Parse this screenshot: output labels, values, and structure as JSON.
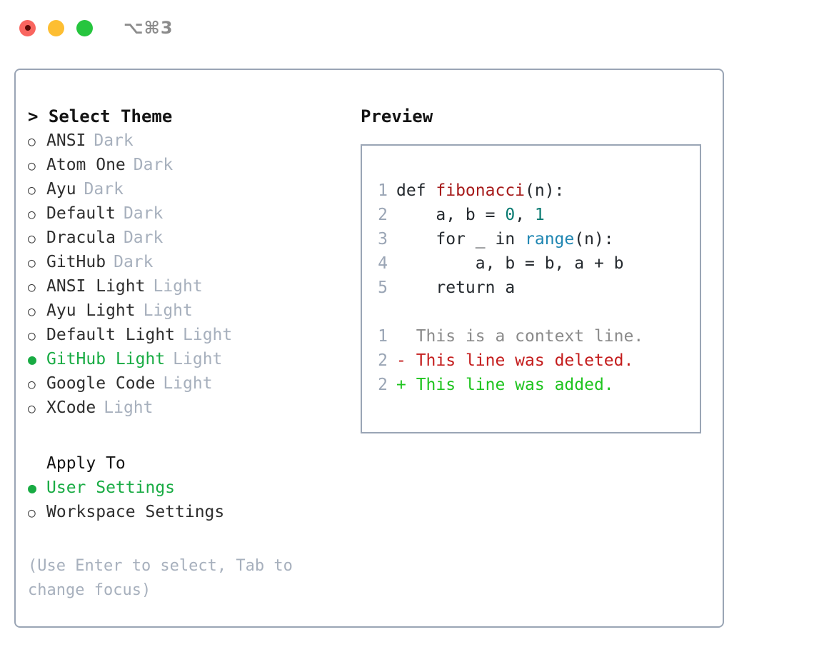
{
  "titlebar": {
    "buttons": [
      {
        "name": "close",
        "color": "#f9655f"
      },
      {
        "name": "minimize",
        "color": "#fdbe32"
      },
      {
        "name": "zoom",
        "color": "#26c53e"
      }
    ],
    "shortcut": "⌥⌘3"
  },
  "theme_section": {
    "header": "> Select Theme",
    "items": [
      {
        "bullet": "○",
        "label": "ANSI",
        "tag": "Dark",
        "selected": false
      },
      {
        "bullet": "○",
        "label": "Atom One",
        "tag": "Dark",
        "selected": false
      },
      {
        "bullet": "○",
        "label": "Ayu",
        "tag": "Dark",
        "selected": false
      },
      {
        "bullet": "○",
        "label": "Default",
        "tag": "Dark",
        "selected": false
      },
      {
        "bullet": "○",
        "label": "Dracula",
        "tag": "Dark",
        "selected": false
      },
      {
        "bullet": "○",
        "label": "GitHub",
        "tag": "Dark",
        "selected": false
      },
      {
        "bullet": "○",
        "label": "ANSI Light",
        "tag": "Light",
        "selected": false
      },
      {
        "bullet": "○",
        "label": "Ayu Light",
        "tag": "Light",
        "selected": false
      },
      {
        "bullet": "○",
        "label": "Default Light",
        "tag": "Light",
        "selected": false
      },
      {
        "bullet": "●",
        "label": "GitHub Light",
        "tag": "Light",
        "selected": true
      },
      {
        "bullet": "○",
        "label": "Google Code",
        "tag": "Light",
        "selected": false
      },
      {
        "bullet": "○",
        "label": "XCode",
        "tag": "Light",
        "selected": false
      }
    ]
  },
  "apply_section": {
    "header": "Apply To",
    "items": [
      {
        "bullet": "●",
        "label": "User Settings",
        "selected": true
      },
      {
        "bullet": "○",
        "label": "Workspace Settings",
        "selected": false
      }
    ]
  },
  "hint": "(Use Enter to select, Tab to change focus)",
  "preview": {
    "title": "Preview",
    "code_lines": [
      {
        "num": "1",
        "tokens": [
          {
            "t": "def ",
            "c": "plain"
          },
          {
            "t": "fibonacci",
            "c": "fn"
          },
          {
            "t": "(n):",
            "c": "plain"
          }
        ]
      },
      {
        "num": "2",
        "tokens": [
          {
            "t": "    a, b = ",
            "c": "plain"
          },
          {
            "t": "0",
            "c": "num"
          },
          {
            "t": ", ",
            "c": "plain"
          },
          {
            "t": "1",
            "c": "num"
          }
        ]
      },
      {
        "num": "3",
        "tokens": [
          {
            "t": "    for _ in ",
            "c": "plain"
          },
          {
            "t": "range",
            "c": "call"
          },
          {
            "t": "(n):",
            "c": "plain"
          }
        ]
      },
      {
        "num": "4",
        "tokens": [
          {
            "t": "        a, b = b, a + b",
            "c": "plain"
          }
        ]
      },
      {
        "num": "5",
        "tokens": [
          {
            "t": "    return a",
            "c": "plain"
          }
        ]
      }
    ],
    "diff_lines": [
      {
        "num": "1",
        "marker": "  ",
        "text": "This is a context line.",
        "kind": "ctx"
      },
      {
        "num": "2",
        "marker": "- ",
        "text": "This line was deleted.",
        "kind": "del"
      },
      {
        "num": "2",
        "marker": "+ ",
        "text": "This line was added.",
        "kind": "add"
      }
    ]
  },
  "colors": {
    "accent_green": "#18ab43",
    "muted": "#a7b0bd",
    "border": "#9aa5b5",
    "fn_red": "#a61a1a",
    "num_teal": "#0a7b72",
    "call_blue": "#1f86b2",
    "diff_del": "#c41d1d",
    "diff_add": "#1fc41f"
  }
}
